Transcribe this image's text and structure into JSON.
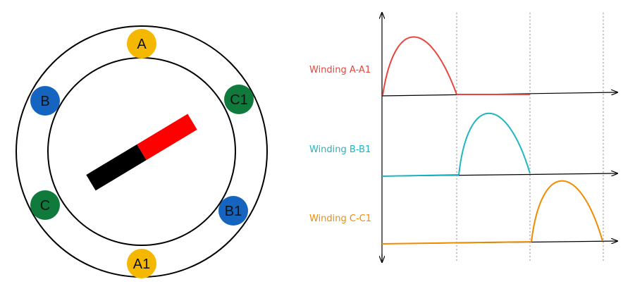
{
  "motor": {
    "poles": [
      {
        "id": "A",
        "label": "A",
        "color": "#f5b800"
      },
      {
        "id": "B",
        "label": "B",
        "color": "#1565c0"
      },
      {
        "id": "C1",
        "label": "C1",
        "color": "#0f7a3c"
      },
      {
        "id": "C",
        "label": "C",
        "color": "#0f7a3c"
      },
      {
        "id": "B1",
        "label": "B1",
        "color": "#1565c0"
      },
      {
        "id": "A1",
        "label": "A1",
        "color": "#f5b800"
      }
    ],
    "magnet": {
      "north_color": "#ff0000",
      "south_color": "#000000"
    }
  },
  "waveforms": [
    {
      "label": "Winding A-A1",
      "color": "#e8453c"
    },
    {
      "label": "Winding B-B1",
      "color": "#1fb5c1"
    },
    {
      "label": "Winding C-C1",
      "color": "#f08c00"
    }
  ]
}
